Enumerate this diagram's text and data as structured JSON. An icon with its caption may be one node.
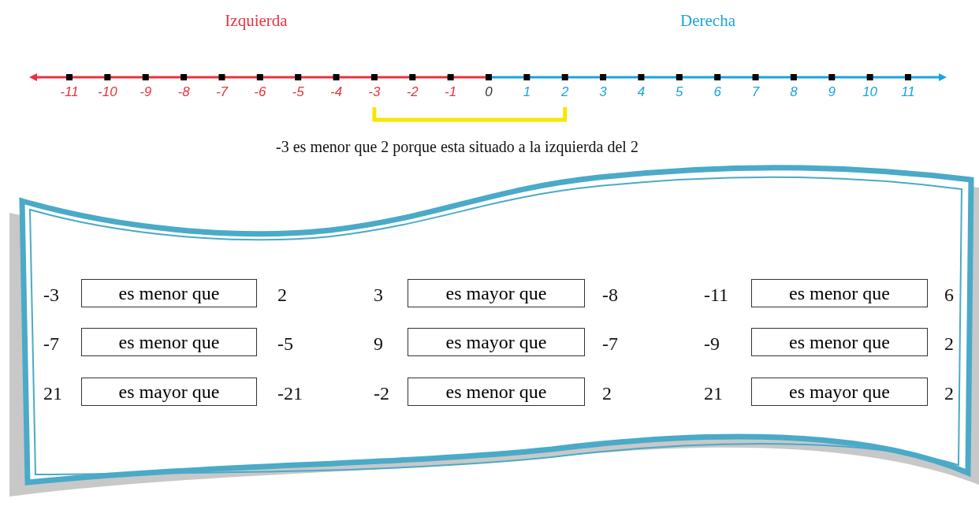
{
  "diagram": {
    "nodes": [
      {
        "text": [
          "es menor que"
        ]
      },
      {
        "text": [
          "es mayor que"
        ]
      },
      {
        "text": [
          "es menor que"
        ]
      },
      {
        "text": [
          "es menor que"
        ]
      },
      {
        "text": [
          "es mayor que"
        ]
      },
      {
        "text": [
          "es menor que"
        ]
      },
      {
        "text": [
          "es mayor que"
        ]
      },
      {
        "text": [
          "es menor que"
        ]
      },
      {
        "text": [
          "es mayor que"
        ]
      }
    ],
    "labels": [
      "Izquierda",
      "Derecha",
      "-11",
      "-10",
      "-9",
      "-8",
      "-7",
      "-6",
      "-5",
      "-4",
      "-3",
      "-2",
      "-1",
      "0",
      "1",
      "2",
      "3",
      "4",
      "5",
      "6",
      "7",
      "8",
      "9",
      "10",
      "11",
      "-3 es menor que 2 porque esta situado a la izquierda del 2",
      "-3",
      "2",
      "3",
      "-8",
      "-11",
      "6",
      "-7",
      "-5",
      "9",
      "-7",
      "-9",
      "2",
      "21",
      "-21",
      "-2",
      "2",
      "21",
      "2"
    ]
  }
}
